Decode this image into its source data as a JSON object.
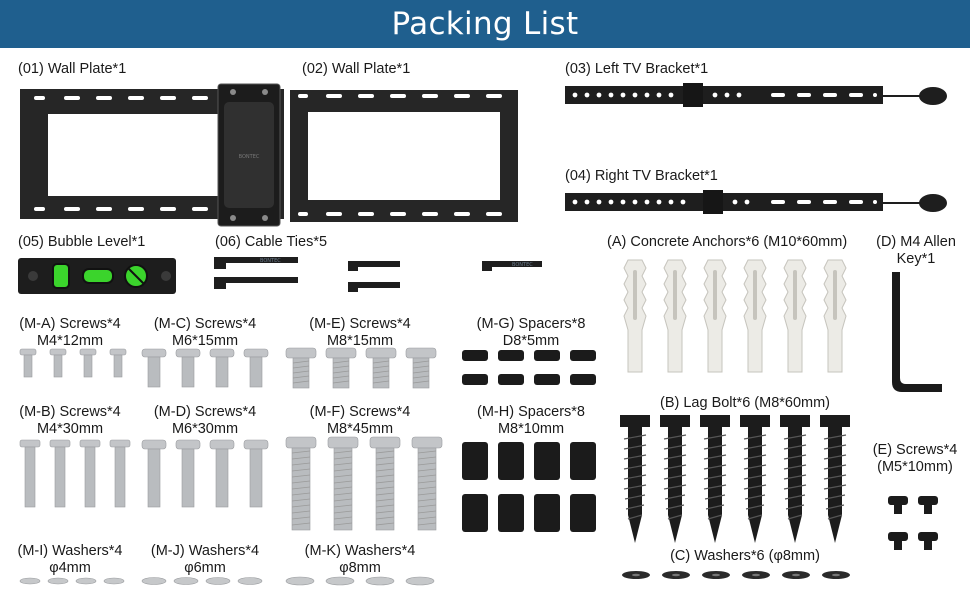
{
  "title": "Packing List",
  "colors": {
    "header": "#1f5f8e",
    "bracket": "#1e1e1e",
    "hardware_silver": "#b9bcbf",
    "anchor": "#ecebe6",
    "level_vial": "#3bd42c"
  },
  "items": {
    "wall_plate_01": "(01) Wall Plate*1",
    "wall_plate_02": "(02) Wall Plate*1",
    "left_bracket": "(03) Left TV Bracket*1",
    "right_bracket": "(04) Right TV Bracket*1",
    "bubble_level": "(05) Bubble Level*1",
    "cable_ties": "(06) Cable Ties*5",
    "concrete_anchors": "(A) Concrete Anchors*6 (M10*60mm)",
    "lag_bolt": "(B) Lag Bolt*6  (M8*60mm)",
    "washers_c": "(C) Washers*6 (φ8mm)",
    "allen_key_1": "(D) M4 Allen",
    "allen_key_2": "Key*1",
    "screws_e_1": "(E) Screws*4",
    "screws_e_2": "(M5*10mm)",
    "screws_ma_1": "(M-A) Screws*4",
    "screws_ma_2": "M4*12mm",
    "screws_mb_1": "(M-B) Screws*4",
    "screws_mb_2": "M4*30mm",
    "screws_mc_1": "(M-C) Screws*4",
    "screws_mc_2": "M6*15mm",
    "screws_md_1": "(M-D) Screws*4",
    "screws_md_2": "M6*30mm",
    "screws_me_1": "(M-E) Screws*4",
    "screws_me_2": "M8*15mm",
    "screws_mf_1": "(M-F) Screws*4",
    "screws_mf_2": "M8*45mm",
    "spacers_mg_1": "(M-G) Spacers*8",
    "spacers_mg_2": "D8*5mm",
    "spacers_mh_1": "(M-H) Spacers*8",
    "spacers_mh_2": "M8*10mm",
    "washers_mi_1": "(M-I) Washers*4",
    "washers_mi_2": "φ4mm",
    "washers_mj_1": "(M-J) Washers*4",
    "washers_mj_2": "φ6mm",
    "washers_mk_1": "(M-K) Washers*4",
    "washers_mk_2": "φ8mm"
  },
  "logo_text": "BONTEC"
}
